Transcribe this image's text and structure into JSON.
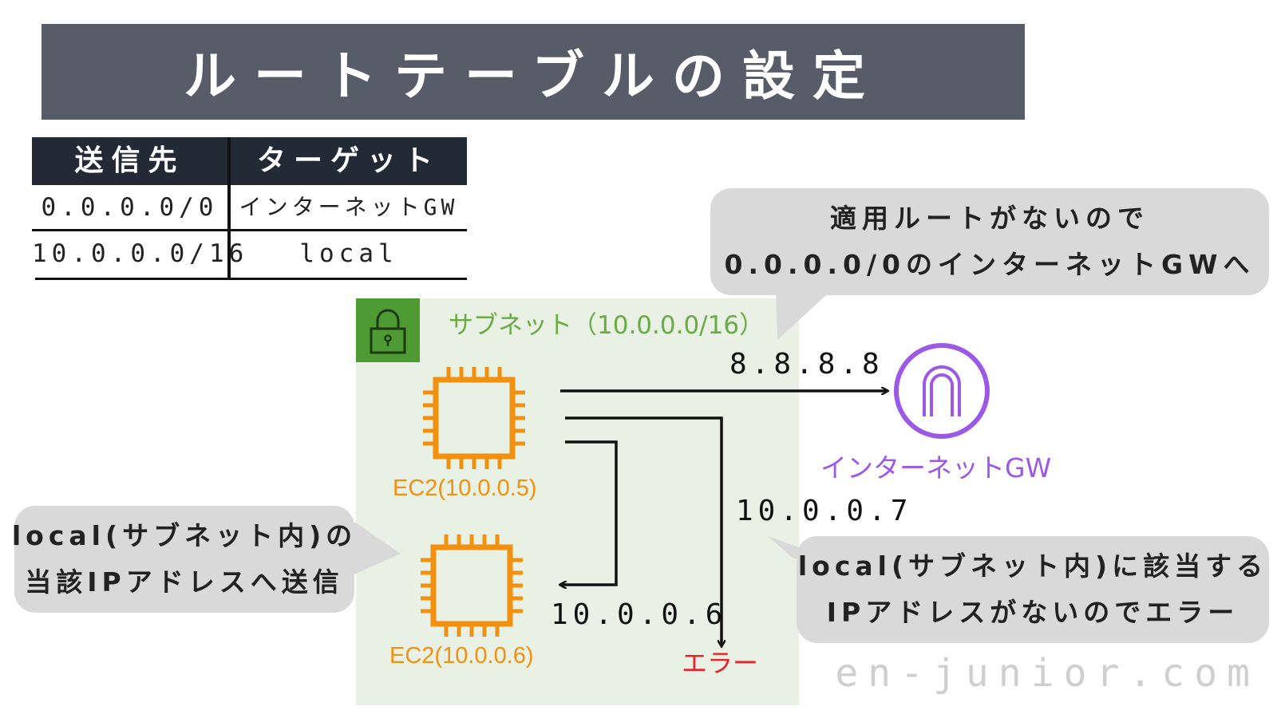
{
  "title": "ルートテーブルの設定",
  "route_table": {
    "headers": [
      "送信先",
      "ターゲット"
    ],
    "rows": [
      {
        "destination": "0.0.0.0/0",
        "target": "インターネットGW"
      },
      {
        "destination": "10.0.0.0/16",
        "target": "local"
      }
    ]
  },
  "subnet": {
    "label": "サブネット（10.0.0.0/16）",
    "lock_icon": "lock-icon",
    "color": "#4e9a33",
    "background": "#e8f1e4"
  },
  "instances": [
    {
      "label": "EC2(10.0.0.5)",
      "icon": "ec2-chip-icon"
    },
    {
      "label": "EC2(10.0.0.6)",
      "icon": "ec2-chip-icon"
    }
  ],
  "internet_gateway": {
    "label": "インターネットGW",
    "icon": "internet-gateway-icon",
    "color": "#9b59e6"
  },
  "arrows": {
    "to_igw": "8.8.8.8",
    "to_ec2": "10.0.0.6",
    "to_error": "10.0.0.7"
  },
  "error_label": "エラー",
  "bubbles": {
    "igw": [
      "適用ルートがないので",
      "0.0.0.0/0のインターネットGWへ"
    ],
    "local": [
      "local(サブネット内)の",
      "当該IPアドレスへ送信"
    ],
    "error": [
      "local(サブネット内)に該当する",
      "IPアドレスがないのでエラー"
    ]
  },
  "watermark": "en-junior.com",
  "colors": {
    "banner": "#565d69",
    "table_header": "#222a36",
    "ec2": "#f2900f",
    "error": "#e8232d",
    "bubble": "#d9d9d9"
  }
}
